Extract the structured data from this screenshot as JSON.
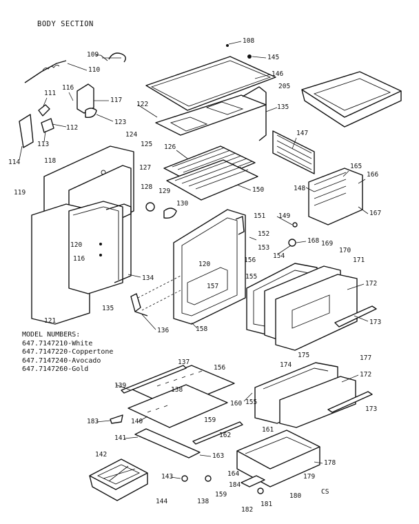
{
  "title": "BODY SECTION",
  "model_numbers": {
    "heading": "MODEL NUMBERS:",
    "items": [
      "647.7147210-White",
      "647.7147220-Coppertone",
      "647.7147240-Avocado",
      "647.7147260-Gold"
    ]
  },
  "corner_code": "CS",
  "parts": {
    "p108": "108",
    "p109": "109",
    "p110": "110",
    "p111": "111",
    "p112": "112",
    "p113": "113",
    "p114": "114",
    "p116a": "116",
    "p116b": "116",
    "p117": "117",
    "p118": "118",
    "p119": "119",
    "p120a": "120",
    "p120b": "120",
    "p121": "121",
    "p122": "122",
    "p123": "123",
    "p124": "124",
    "p125": "125",
    "p126": "126",
    "p127": "127",
    "p128": "128",
    "p129": "129",
    "p130": "130",
    "p134": "134",
    "p135a": "135",
    "p135b": "135",
    "p136": "136",
    "p137": "137",
    "p138a": "138",
    "p138b": "138",
    "p139": "139",
    "p140": "140",
    "p141": "141",
    "p142": "142",
    "p143": "143",
    "p144": "144",
    "p145": "145",
    "p146": "146",
    "p147": "147",
    "p148": "148",
    "p149": "149",
    "p150": "150",
    "p151": "151",
    "p152": "152",
    "p153": "153",
    "p154": "154",
    "p155a": "155",
    "p155b": "155",
    "p156a": "156",
    "p156b": "156",
    "p157": "157",
    "p158": "158",
    "p159a": "159",
    "p159b": "159",
    "p160": "160",
    "p161": "161",
    "p162": "162",
    "p163": "163",
    "p164": "164",
    "p165": "165",
    "p166": "166",
    "p167": "167",
    "p168": "168",
    "p169": "169",
    "p170": "170",
    "p171": "171",
    "p172a": "172",
    "p172b": "172",
    "p173a": "173",
    "p173b": "173",
    "p174": "174",
    "p175": "175",
    "p177": "177",
    "p178": "178",
    "p179": "179",
    "p180": "180",
    "p181": "181",
    "p182": "182",
    "p183": "183",
    "p184": "184",
    "p205": "205"
  }
}
